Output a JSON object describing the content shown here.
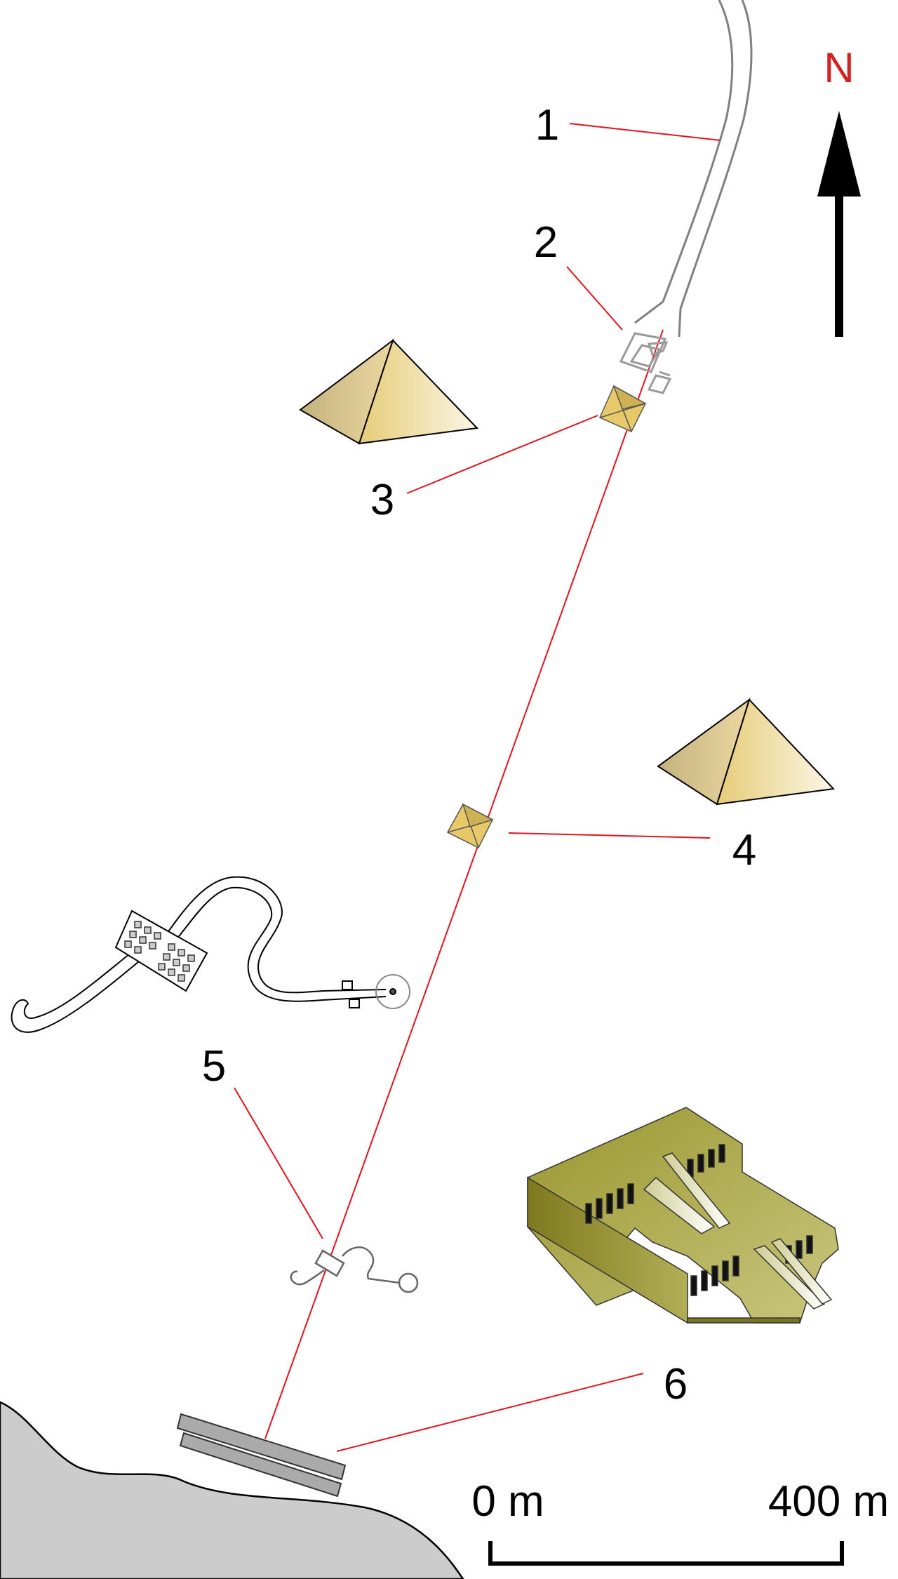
{
  "colors": {
    "pointer_line": "#e0141e",
    "north_letter": "#d62020",
    "outline_gray": "#808080",
    "pyramid_dark": "#b59d52",
    "pyramid_light": "#f7ecb4",
    "temple_olive": "#a9a441",
    "temple_shadow": "#7b7522",
    "river_land": "#cccccc"
  },
  "north_arrow": {
    "letter": "N",
    "icon": "north-arrow-icon"
  },
  "callouts": [
    {
      "number": "1",
      "feature": "causeway-icon"
    },
    {
      "number": "2",
      "feature": "valley-temple-icon"
    },
    {
      "number": "3",
      "feature": "pyramid-icon"
    },
    {
      "number": "4",
      "feature": "pyramid-icon"
    },
    {
      "number": "5",
      "feature": "tomb-plan-icon"
    },
    {
      "number": "6",
      "feature": "mortuary-temple-icon"
    }
  ],
  "scale_bar": {
    "start_label": "0 m",
    "end_label": "400 m"
  }
}
